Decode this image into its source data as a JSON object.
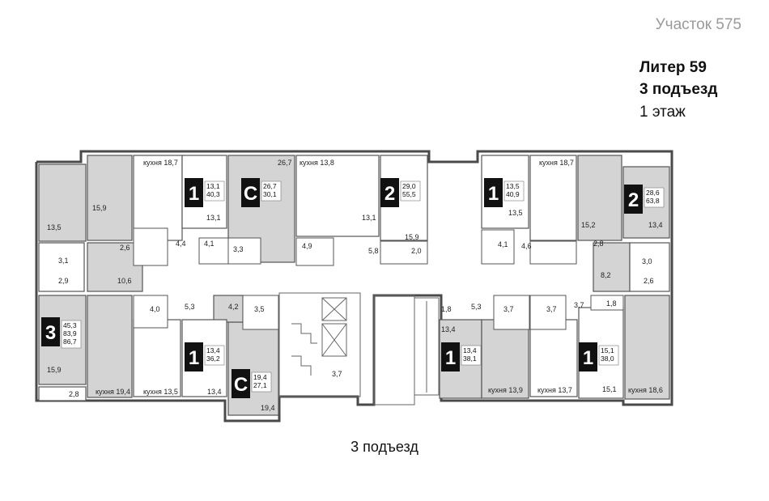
{
  "header": {
    "site": "Участок 575",
    "liter": "Литер 59",
    "entrance": "3 подъезд",
    "floor": "1 этаж"
  },
  "caption": "3 подъезд",
  "colors": {
    "wall": "#4a4a4a",
    "room_white": "#ffffff",
    "room_gray": "#d4d4d4",
    "room_dark": "#bdbdbd",
    "badge": "#111111",
    "header_gray": "#9a9a9a"
  },
  "apartments": [
    {
      "id": "a1",
      "rooms": "1",
      "areas": [
        "13,1",
        "40,3"
      ]
    },
    {
      "id": "a2",
      "rooms": "С",
      "areas": [
        "26,7",
        "30,1"
      ]
    },
    {
      "id": "a3",
      "rooms": "2",
      "areas": [
        "29,0",
        "55,5"
      ]
    },
    {
      "id": "a4",
      "rooms": "1",
      "areas": [
        "13,5",
        "40,9"
      ]
    },
    {
      "id": "a5",
      "rooms": "2",
      "areas": [
        "28,6",
        "63,8"
      ]
    },
    {
      "id": "a6",
      "rooms": "3",
      "areas": [
        "45,3",
        "83,9",
        "86,7"
      ]
    },
    {
      "id": "a7",
      "rooms": "1",
      "areas": [
        "13,4",
        "36,2"
      ]
    },
    {
      "id": "a8",
      "rooms": "С",
      "areas": [
        "19,4",
        "27,1"
      ]
    },
    {
      "id": "a9",
      "rooms": "1",
      "areas": [
        "13,4",
        "38,1"
      ]
    },
    {
      "id": "a10",
      "rooms": "1",
      "areas": [
        "15,1",
        "38,0"
      ]
    }
  ],
  "room_labels": [
    {
      "t": "кухня 18,7"
    },
    {
      "t": "15,9"
    },
    {
      "t": "13,5"
    },
    {
      "t": "26,7"
    },
    {
      "t": "кухня 13,8"
    },
    {
      "t": "13,1"
    },
    {
      "t": "13,1"
    },
    {
      "t": "15,9"
    },
    {
      "t": "кухня 18,7"
    },
    {
      "t": "13,5"
    },
    {
      "t": "15,2"
    },
    {
      "t": "13,4"
    },
    {
      "t": "2,6"
    },
    {
      "t": "4,4"
    },
    {
      "t": "4,1"
    },
    {
      "t": "3,3"
    },
    {
      "t": "4,9"
    },
    {
      "t": "5,8"
    },
    {
      "t": "2,0"
    },
    {
      "t": "4,1"
    },
    {
      "t": "4,6"
    },
    {
      "t": "2,8"
    },
    {
      "t": "3,0"
    },
    {
      "t": "3,1"
    },
    {
      "t": "2,9"
    },
    {
      "t": "10,6"
    },
    {
      "t": "8,2"
    },
    {
      "t": "2,6"
    },
    {
      "t": "4,0"
    },
    {
      "t": "5,3"
    },
    {
      "t": "4,2"
    },
    {
      "t": "3,5"
    },
    {
      "t": "1,8"
    },
    {
      "t": "5,3"
    },
    {
      "t": "3,7"
    },
    {
      "t": "3,7"
    },
    {
      "t": "3,7"
    },
    {
      "t": "1,8"
    },
    {
      "t": "13,4"
    },
    {
      "t": "3,7"
    },
    {
      "t": "15,9"
    },
    {
      "t": "2,8"
    },
    {
      "t": "кухня 19,4"
    },
    {
      "t": "кухня 13,5"
    },
    {
      "t": "13,4"
    },
    {
      "t": "19,4"
    },
    {
      "t": "кухня 13,9"
    },
    {
      "t": "кухня 13,7"
    },
    {
      "t": "15,1"
    },
    {
      "t": "кухня 18,6"
    }
  ]
}
